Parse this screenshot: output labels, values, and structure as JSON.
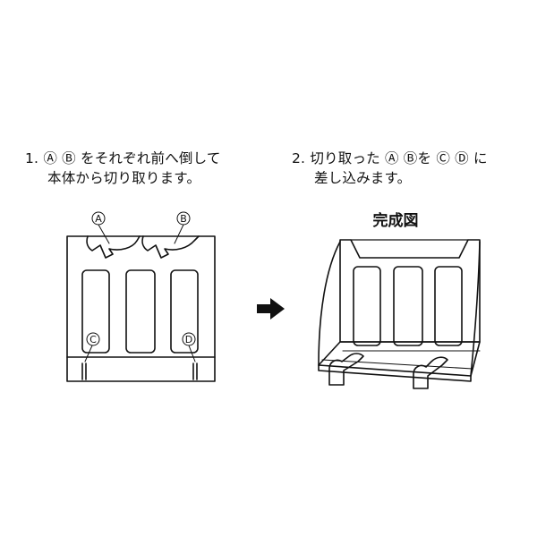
{
  "steps": [
    {
      "number": "1.",
      "line1": "Ⓐ Ⓑ をそれぞれ前へ倒して",
      "line2": "本体から切り取ります。"
    },
    {
      "number": "2.",
      "line1": "切り取った Ⓐ Ⓑを Ⓒ Ⓓ に",
      "line2": "差し込みます。"
    }
  ],
  "complete_title": "完成図",
  "part_labels": {
    "a": "A",
    "b": "B",
    "c": "C",
    "d": "D"
  },
  "colors": {
    "line": "#111111",
    "background": "#ffffff"
  },
  "icons": {
    "arrow": "right-arrow-icon"
  }
}
